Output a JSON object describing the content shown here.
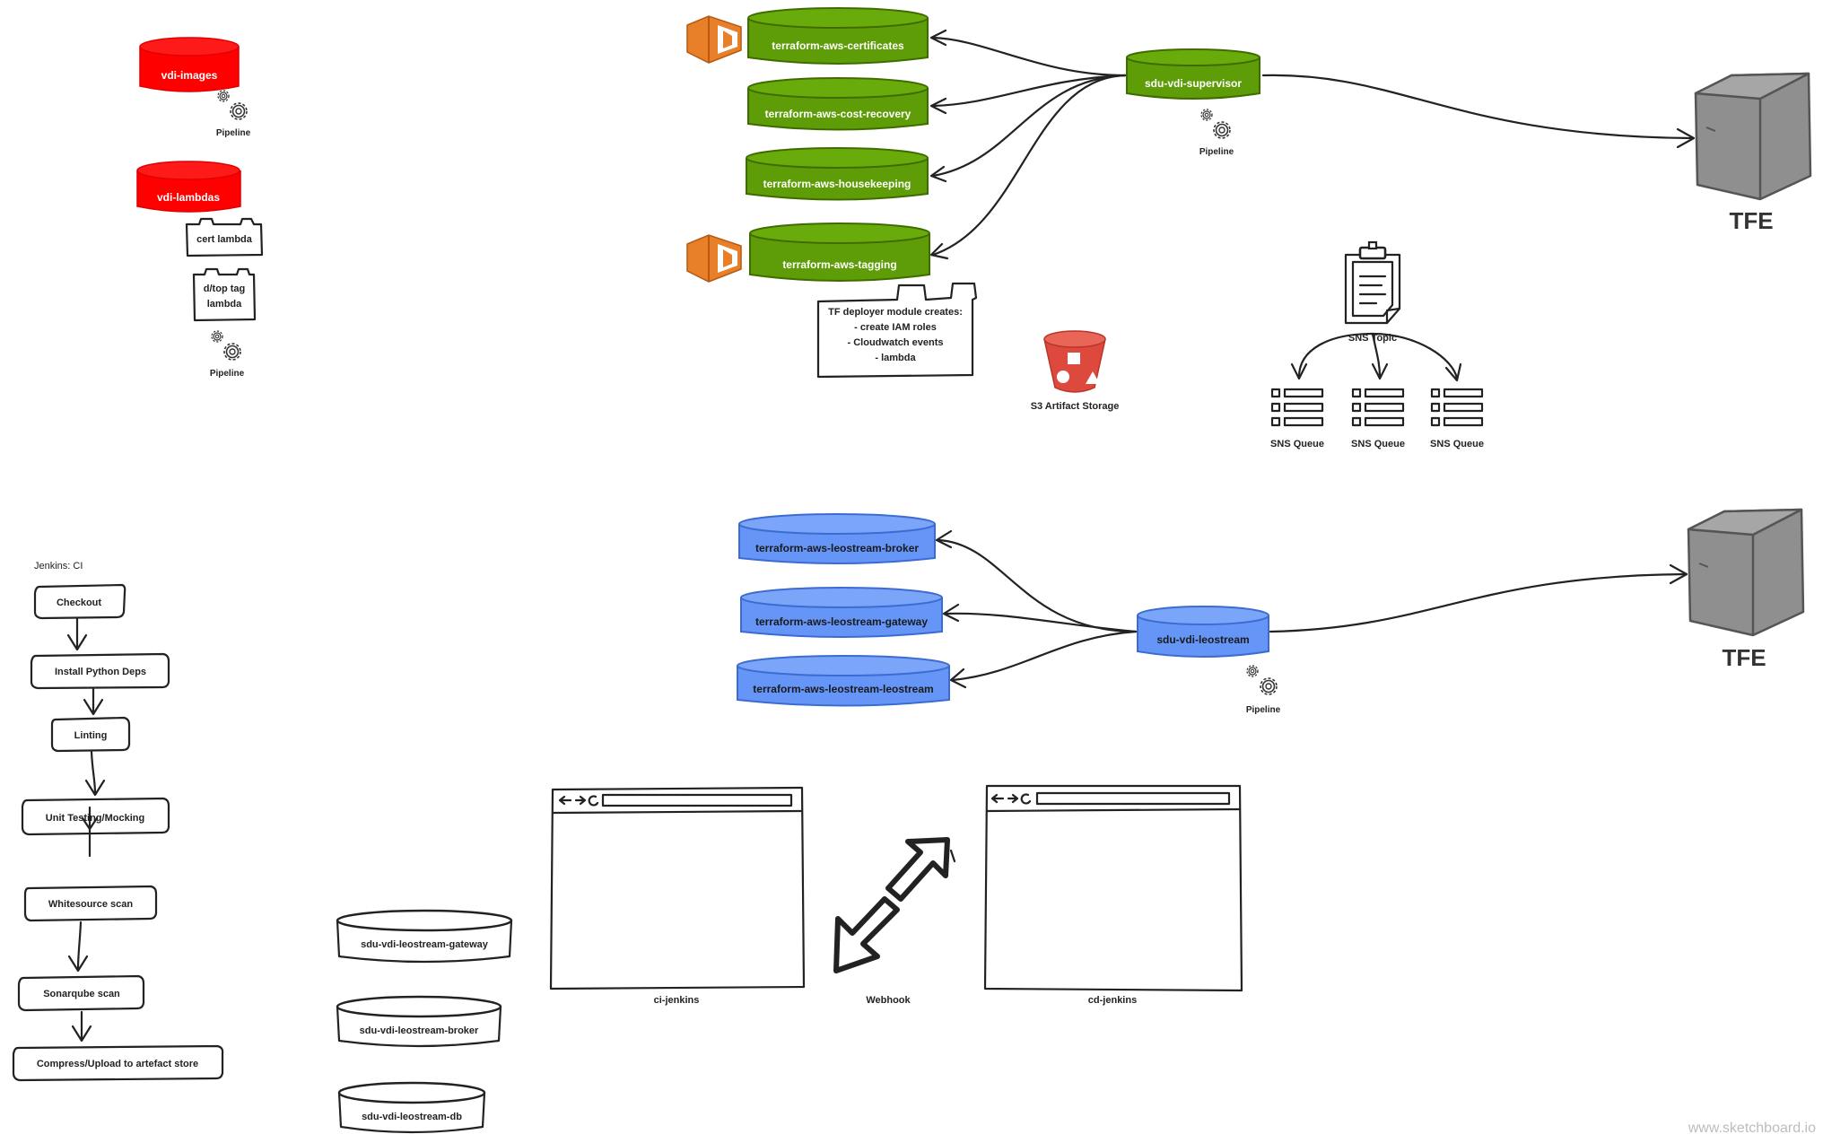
{
  "colors": {
    "red": "#ff0000",
    "green": "#5e9d07",
    "green_dark": "#3f6c00",
    "blue": "#6495f7",
    "blue_dark": "#3c6bd1",
    "server_gray": "#8f8f8f",
    "aws_orange": "#e8802a",
    "s3_red": "#dd4a3d",
    "ink": "#222222"
  },
  "red_group": {
    "vdi_images": "vdi-images",
    "vdi_lambdas": "vdi-lambdas",
    "pipeline_1": "Pipeline",
    "cert_lambda": "cert lambda",
    "dtop_tag_line1": "d/top tag",
    "dtop_tag_line2": "lambda",
    "pipeline_2": "Pipeline"
  },
  "green_group": {
    "certificates": "terraform-aws-certificates",
    "cost_recovery": "terraform-aws-cost-recovery",
    "housekeeping": "terraform-aws-housekeeping",
    "tagging": "terraform-aws-tagging",
    "supervisor": "sdu-vdi-supervisor",
    "pipeline": "Pipeline",
    "tfe": "TFE",
    "note_lines": [
      "TF deployer module creates:",
      "- create IAM roles",
      "- Cloudwatch events",
      "- lambda"
    ]
  },
  "aws_misc": {
    "s3": "S3 Artifact Storage",
    "sns_topic": "SNS Topic",
    "sns_queue_1": "SNS Queue",
    "sns_queue_2": "SNS Queue",
    "sns_queue_3": "SNS Queue"
  },
  "blue_group": {
    "broker": "terraform-aws-leostream-broker",
    "gateway": "terraform-aws-leostream-gateway",
    "leostream": "terraform-aws-leostream-leostream",
    "sdu": "sdu-vdi-leostream",
    "pipeline": "Pipeline",
    "tfe": "TFE"
  },
  "jenkins_ci": {
    "title": "Jenkins: CI",
    "steps": [
      "Checkout",
      "Install Python Deps",
      "Linting",
      "Unit Testing/Mocking",
      "Whitesource scan",
      "Sonarqube scan",
      "Compress/Upload to artefact store"
    ]
  },
  "databases": {
    "gateway": "sdu-vdi-leostream-gateway",
    "broker": "sdu-vdi-leostream-broker",
    "db": "sdu-vdi-leostream-db"
  },
  "browsers": {
    "ci": "ci-jenkins",
    "cd": "cd-jenkins",
    "webhook": "Webhook"
  },
  "watermark": "www.sketchboard.io"
}
